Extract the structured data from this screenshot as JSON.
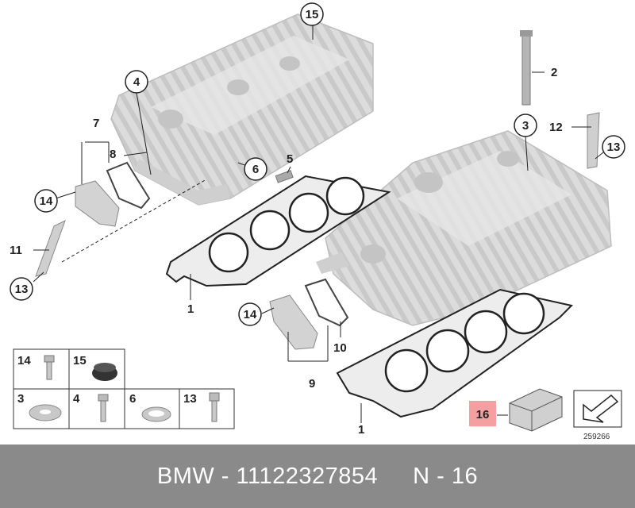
{
  "callouts": {
    "c1a": "1",
    "c1b": "1",
    "c2": "2",
    "c3": "3",
    "c4": "4",
    "c5": "5",
    "c6": "6",
    "c7": "7",
    "c8": "8",
    "c9": "9",
    "c10": "10",
    "c11": "11",
    "c12": "12",
    "c13a": "13",
    "c13b": "13",
    "c14a": "14",
    "c14b": "14",
    "c15": "15",
    "c16": "16"
  },
  "legend": {
    "cells": [
      "14",
      "15",
      "3",
      "4",
      "6",
      "13"
    ]
  },
  "diagram_number": "259266",
  "colors": {
    "footer_bg": "#8a8a8a",
    "highlight_16": "#f4a0a0",
    "engine_gray": "#d9d9d9"
  },
  "footer": {
    "brand_part": "BMW - 11122327854",
    "ref": "N - 16"
  }
}
